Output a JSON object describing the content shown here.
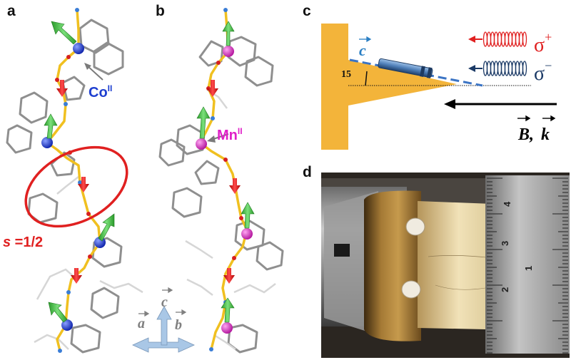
{
  "panels": {
    "a": "a",
    "b": "b",
    "c": "c",
    "d": "d"
  },
  "panel_a": {
    "metal_label": "Co",
    "metal_ox": "II",
    "spin_label_s": "s",
    "spin_label_value": " =1/2"
  },
  "panel_b": {
    "metal_label": "Mn",
    "metal_ox": "II",
    "axis_a": "a",
    "axis_b": "b",
    "axis_c": "c"
  },
  "panel_c": {
    "axis_c": "c",
    "angle_value": "15",
    "sigma_plus": "σ",
    "sigma_plus_sup": "+",
    "sigma_minus": "σ",
    "sigma_minus_sup": "−",
    "field_B": "B",
    "field_sep": ",",
    "field_k": "k"
  },
  "colors": {
    "cobalt": "#1e3fd0",
    "manganese": "#e020c8",
    "highlight_ellipse": "#e02020",
    "sample_holder": "#f3b43a",
    "sigma_plus": "#e02020",
    "sigma_minus": "#1b3a66",
    "spin_arrow_green": "#39c239",
    "spin_arrow_red": "#d81818",
    "axis_c_label": "#2a7fc4"
  },
  "icons": {
    "spin_up": "green-spin-arrow-icon",
    "spin_down": "red-spin-arrow-icon",
    "axes": "crystal-axes-icon"
  }
}
